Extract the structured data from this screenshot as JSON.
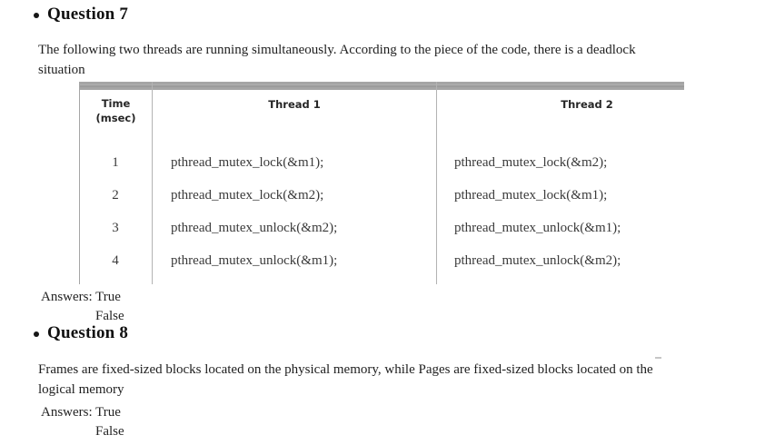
{
  "questions": [
    {
      "heading": "Question 7",
      "body": "The following two threads are running simultaneously. According to the piece of the code, there is a deadlock situation",
      "table": {
        "col1_header": {
          "line1": "Time",
          "line2": "(msec)"
        },
        "col2_header": "Thread 1",
        "col3_header": "Thread 2",
        "rows": [
          {
            "time": "1",
            "thread1": "pthread_mutex_lock(&m1);",
            "thread2": "pthread_mutex_lock(&m2);"
          },
          {
            "time": "2",
            "thread1": "pthread_mutex_lock(&m2);",
            "thread2": "pthread_mutex_lock(&m1);"
          },
          {
            "time": "3",
            "thread1": "pthread_mutex_unlock(&m2);",
            "thread2": "pthread_mutex_unlock(&m1);"
          },
          {
            "time": "4",
            "thread1": "pthread_mutex_unlock(&m1);",
            "thread2": "pthread_mutex_unlock(&m2);"
          }
        ]
      },
      "answers": {
        "label": "Answers:",
        "options": [
          "True",
          "False"
        ]
      }
    },
    {
      "heading": "Question 8",
      "body": "Frames are fixed-sized blocks located on the physical memory, while Pages are fixed-sized blocks located on the logical memory",
      "answers": {
        "label": "Answers:",
        "options": [
          "True",
          "False"
        ]
      }
    }
  ]
}
